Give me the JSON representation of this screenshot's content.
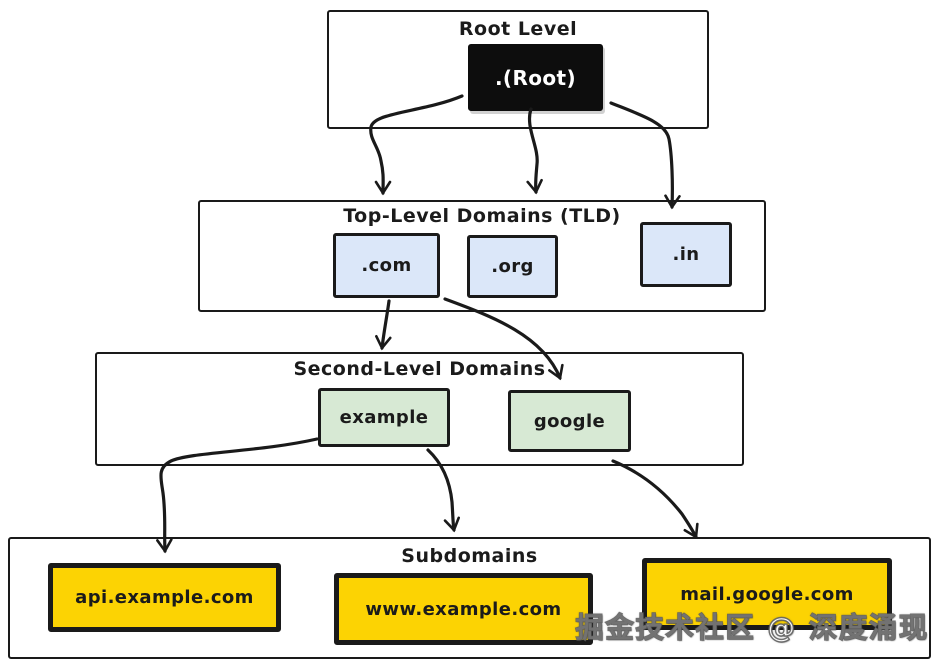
{
  "colors": {
    "page_bg": "#ffffff",
    "border": "#1a1a1a",
    "arrow": "#1a1a1a",
    "text": "#1b1b1b",
    "node_root_bg": "#0d0d0d",
    "node_root_text": "#ffffff",
    "tld_bg": "#dbe7f9",
    "sld_bg": "#d7e9d4",
    "sub_bg": "#fcd303"
  },
  "levels": [
    {
      "title": "Root Level",
      "nodes": [
        {
          "label": ".(Root)"
        }
      ]
    },
    {
      "title": "Top-Level Domains (TLD)",
      "nodes": [
        {
          "label": ".com"
        },
        {
          "label": ".org"
        },
        {
          "label": ".in"
        }
      ]
    },
    {
      "title": "Second-Level Domains",
      "nodes": [
        {
          "label": "example"
        },
        {
          "label": "google"
        }
      ]
    },
    {
      "title": "Subdomains",
      "nodes": [
        {
          "label": "api.example.com"
        },
        {
          "label": "www.example.com"
        },
        {
          "label": "mail.google.com"
        }
      ]
    }
  ],
  "edges": [
    {
      "from": ".(Root)",
      "to": ".com"
    },
    {
      "from": ".(Root)",
      "to": ".org"
    },
    {
      "from": ".(Root)",
      "to": ".in"
    },
    {
      "from": ".com",
      "to": "example"
    },
    {
      "from": ".com",
      "to": "google"
    },
    {
      "from": "example",
      "to": "api.example.com"
    },
    {
      "from": "example",
      "to": "www.example.com"
    },
    {
      "from": "google",
      "to": "mail.google.com"
    }
  ],
  "watermark": {
    "text": "掘金技术社区 @ 深度涌现"
  }
}
